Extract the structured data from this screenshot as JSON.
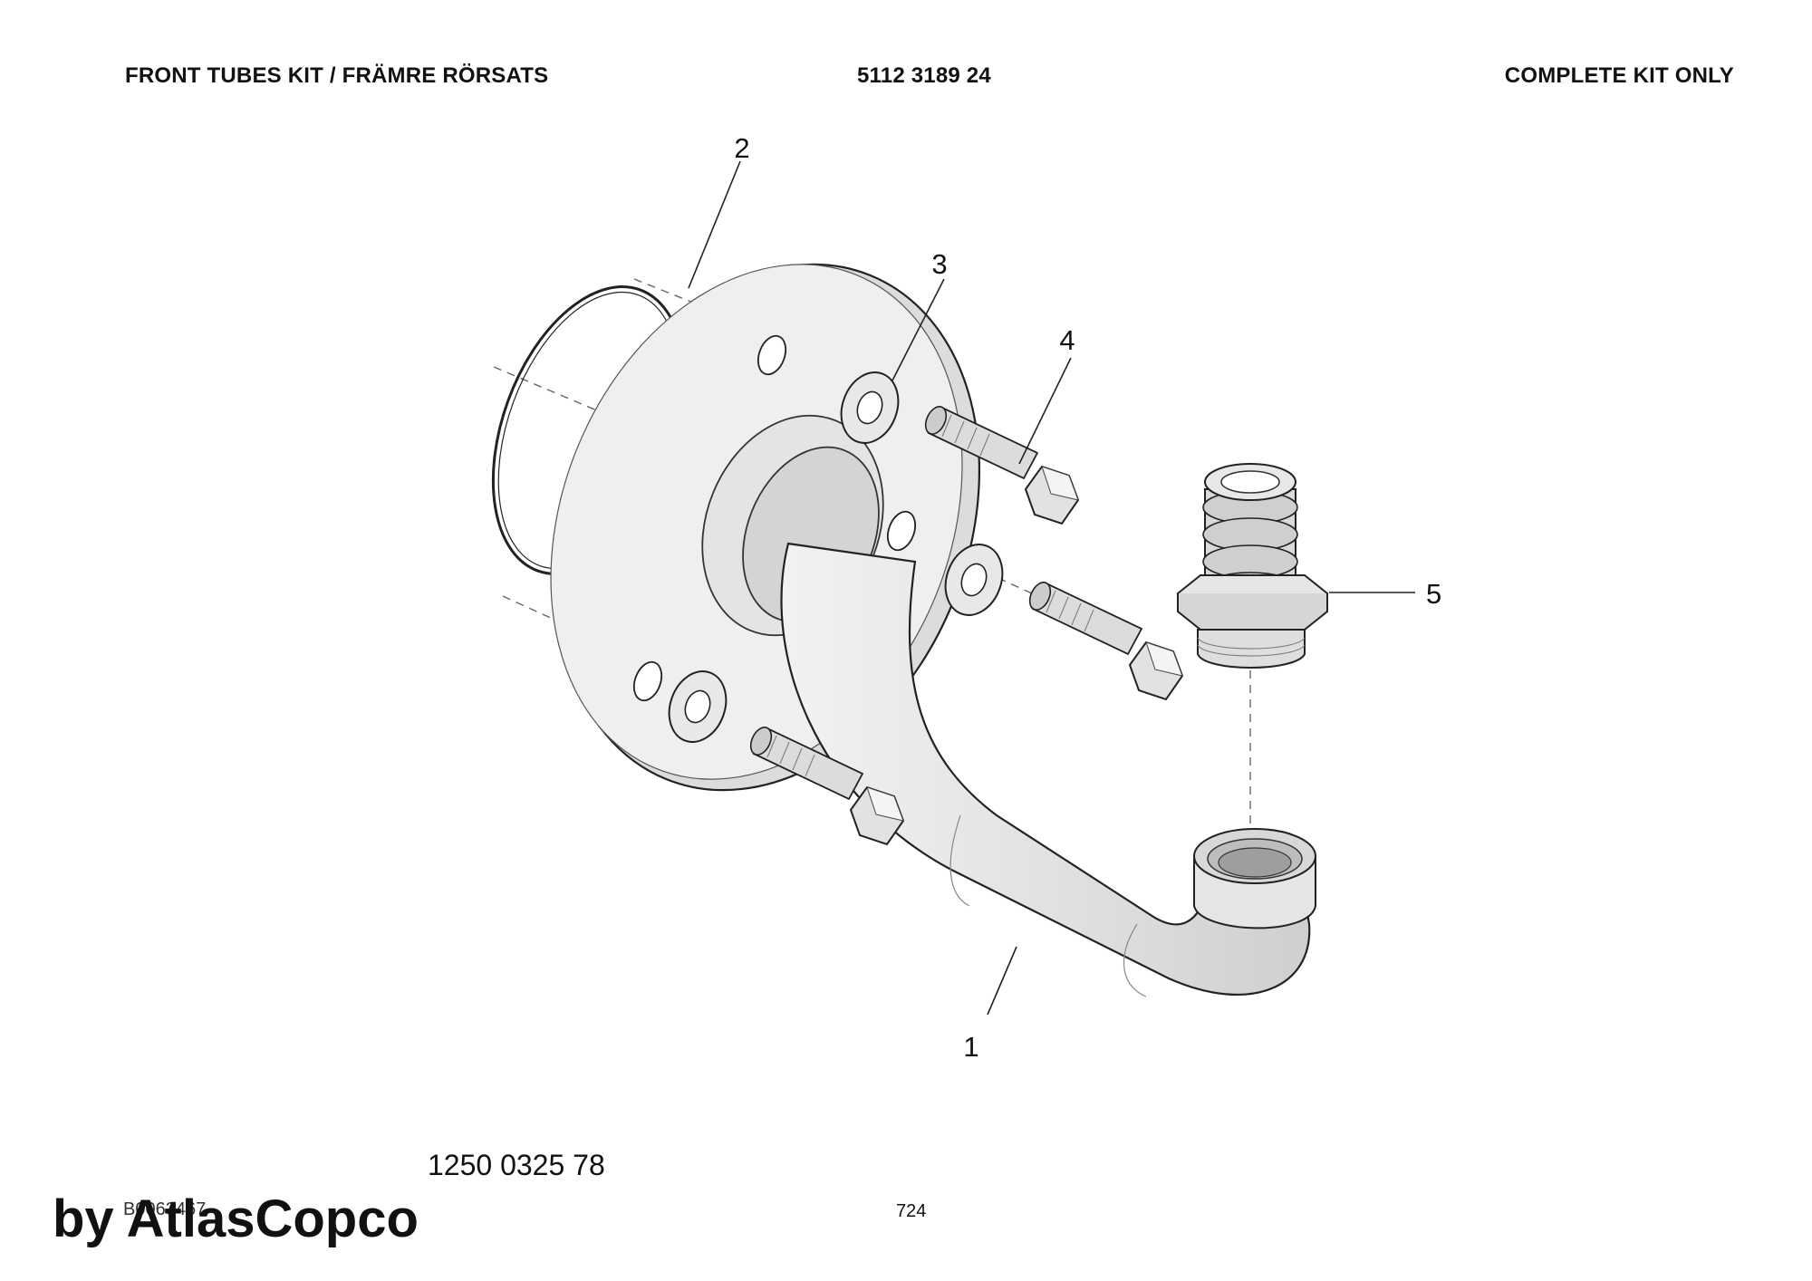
{
  "header": {
    "title": "FRONT TUBES KIT / FRÄMRE RÖRSATS",
    "kit_number": "5112 3189 24",
    "note": "COMPLETE KIT ONLY"
  },
  "callouts": [
    "1",
    "2",
    "3",
    "4",
    "5"
  ],
  "part_number": "1250 0325 78",
  "reference": "B0063467",
  "page_number": "724",
  "watermark": "by AtlasCopco"
}
